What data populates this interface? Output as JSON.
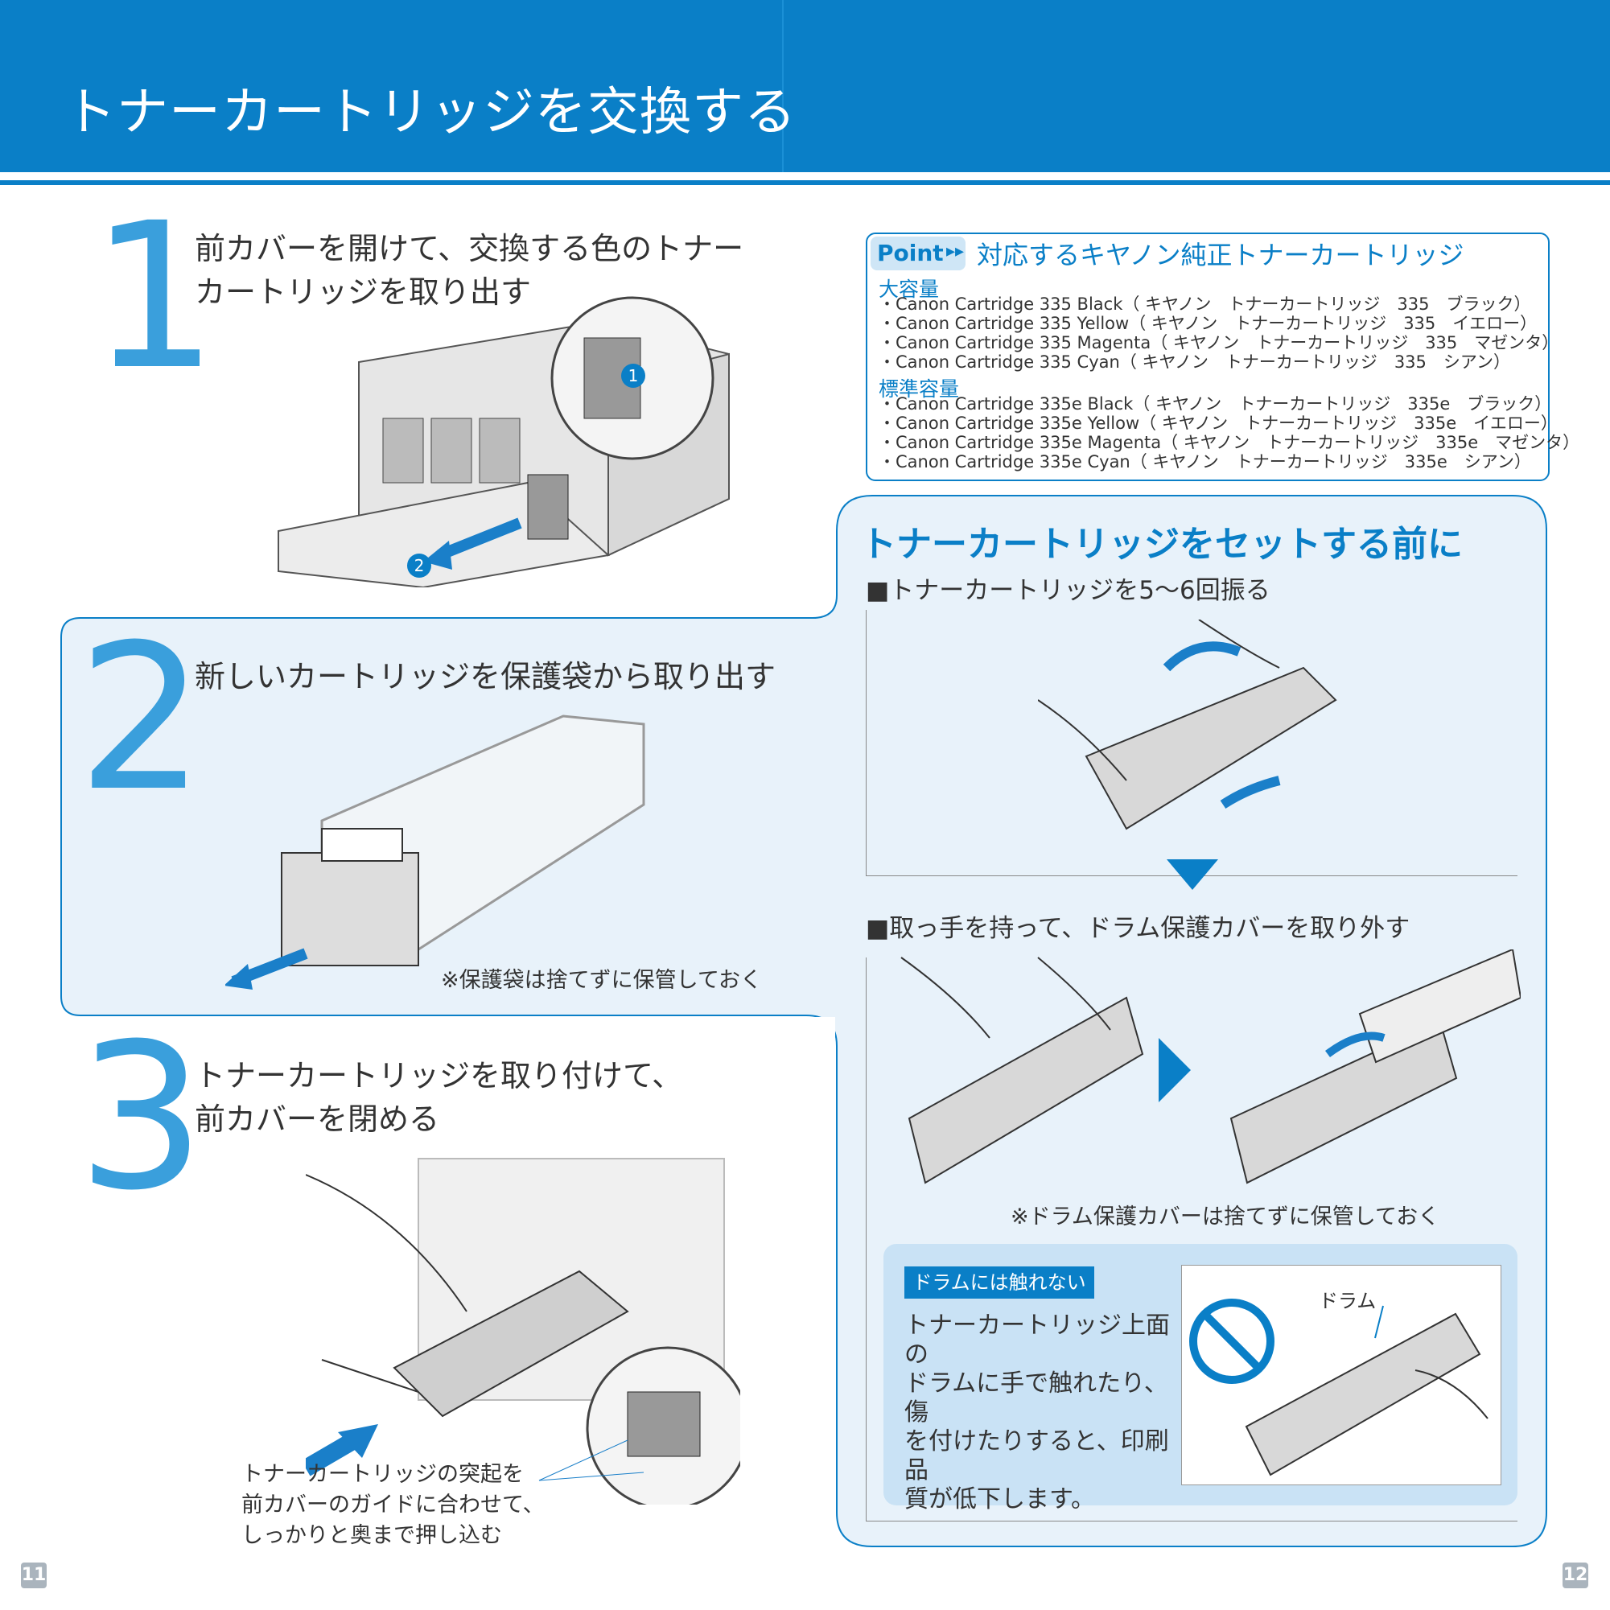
{
  "header": {
    "title": "トナーカートリッジを交換する"
  },
  "steps": [
    {
      "number": "1",
      "lines": [
        "前カバーを開けて、交換する色のトナー",
        "カートリッジを取り出す"
      ],
      "callouts": [
        "1",
        "2"
      ]
    },
    {
      "number": "2",
      "lines": [
        "新しいカートリッジを保護袋から取り出す"
      ],
      "note": "※保護袋は捨てずに保管しておく"
    },
    {
      "number": "3",
      "lines": [
        "トナーカートリッジを取り付けて、",
        "前カバーを閉める"
      ],
      "note_lines": [
        "トナーカートリッジの突起を",
        "前カバーのガイドに合わせて、",
        "しっかりと奥まで押し込む"
      ]
    }
  ],
  "point": {
    "badge": "Point",
    "title": "対応するキヤノン純正トナーカートリッジ",
    "sections": [
      {
        "label": "大容量",
        "items": [
          "・Canon Cartridge 335 Black（ キヤノン　トナーカートリッジ　335　ブラック）",
          "・Canon Cartridge 335 Yellow（ キヤノン　トナーカートリッジ　335　イエロー）",
          "・Canon Cartridge 335 Magenta（ キヤノン　トナーカートリッジ　335　マゼンタ）",
          "・Canon Cartridge 335 Cyan（ キヤノン　トナーカートリッジ　335　シアン）"
        ]
      },
      {
        "label": "標準容量",
        "items": [
          "・Canon Cartridge 335e Black（ キヤノン　トナーカートリッジ　335e　ブラック）",
          "・Canon Cartridge 335e Yellow（ キヤノン　トナーカートリッジ　335e　イエロー）",
          "・Canon Cartridge 335e Magenta（ キヤノン　トナーカートリッジ　335e　マゼンタ）",
          "・Canon Cartridge 335e Cyan（ キヤノン　トナーカートリッジ　335e　シアン）"
        ]
      }
    ]
  },
  "before": {
    "title": "トナーカートリッジをセットする前に",
    "shake": "■トナーカートリッジを5～6回振る",
    "remove": "■取っ手を持って、ドラム保護カバーを取り外す",
    "remove_note": "※ドラム保護カバーは捨てずに保管しておく",
    "warning": {
      "tag": "ドラムには触れない",
      "lines": [
        "トナーカートリッジ上面の",
        "ドラムに手で触れたり、傷",
        "を付けたりすると、印刷品",
        "質が低下します。"
      ],
      "label": "ドラム"
    }
  },
  "pages": {
    "left": "11",
    "right": "12"
  },
  "colors": {
    "brand": "#0a7fc7",
    "panel": "#e8f2fa",
    "number": "#3a9fdc"
  }
}
